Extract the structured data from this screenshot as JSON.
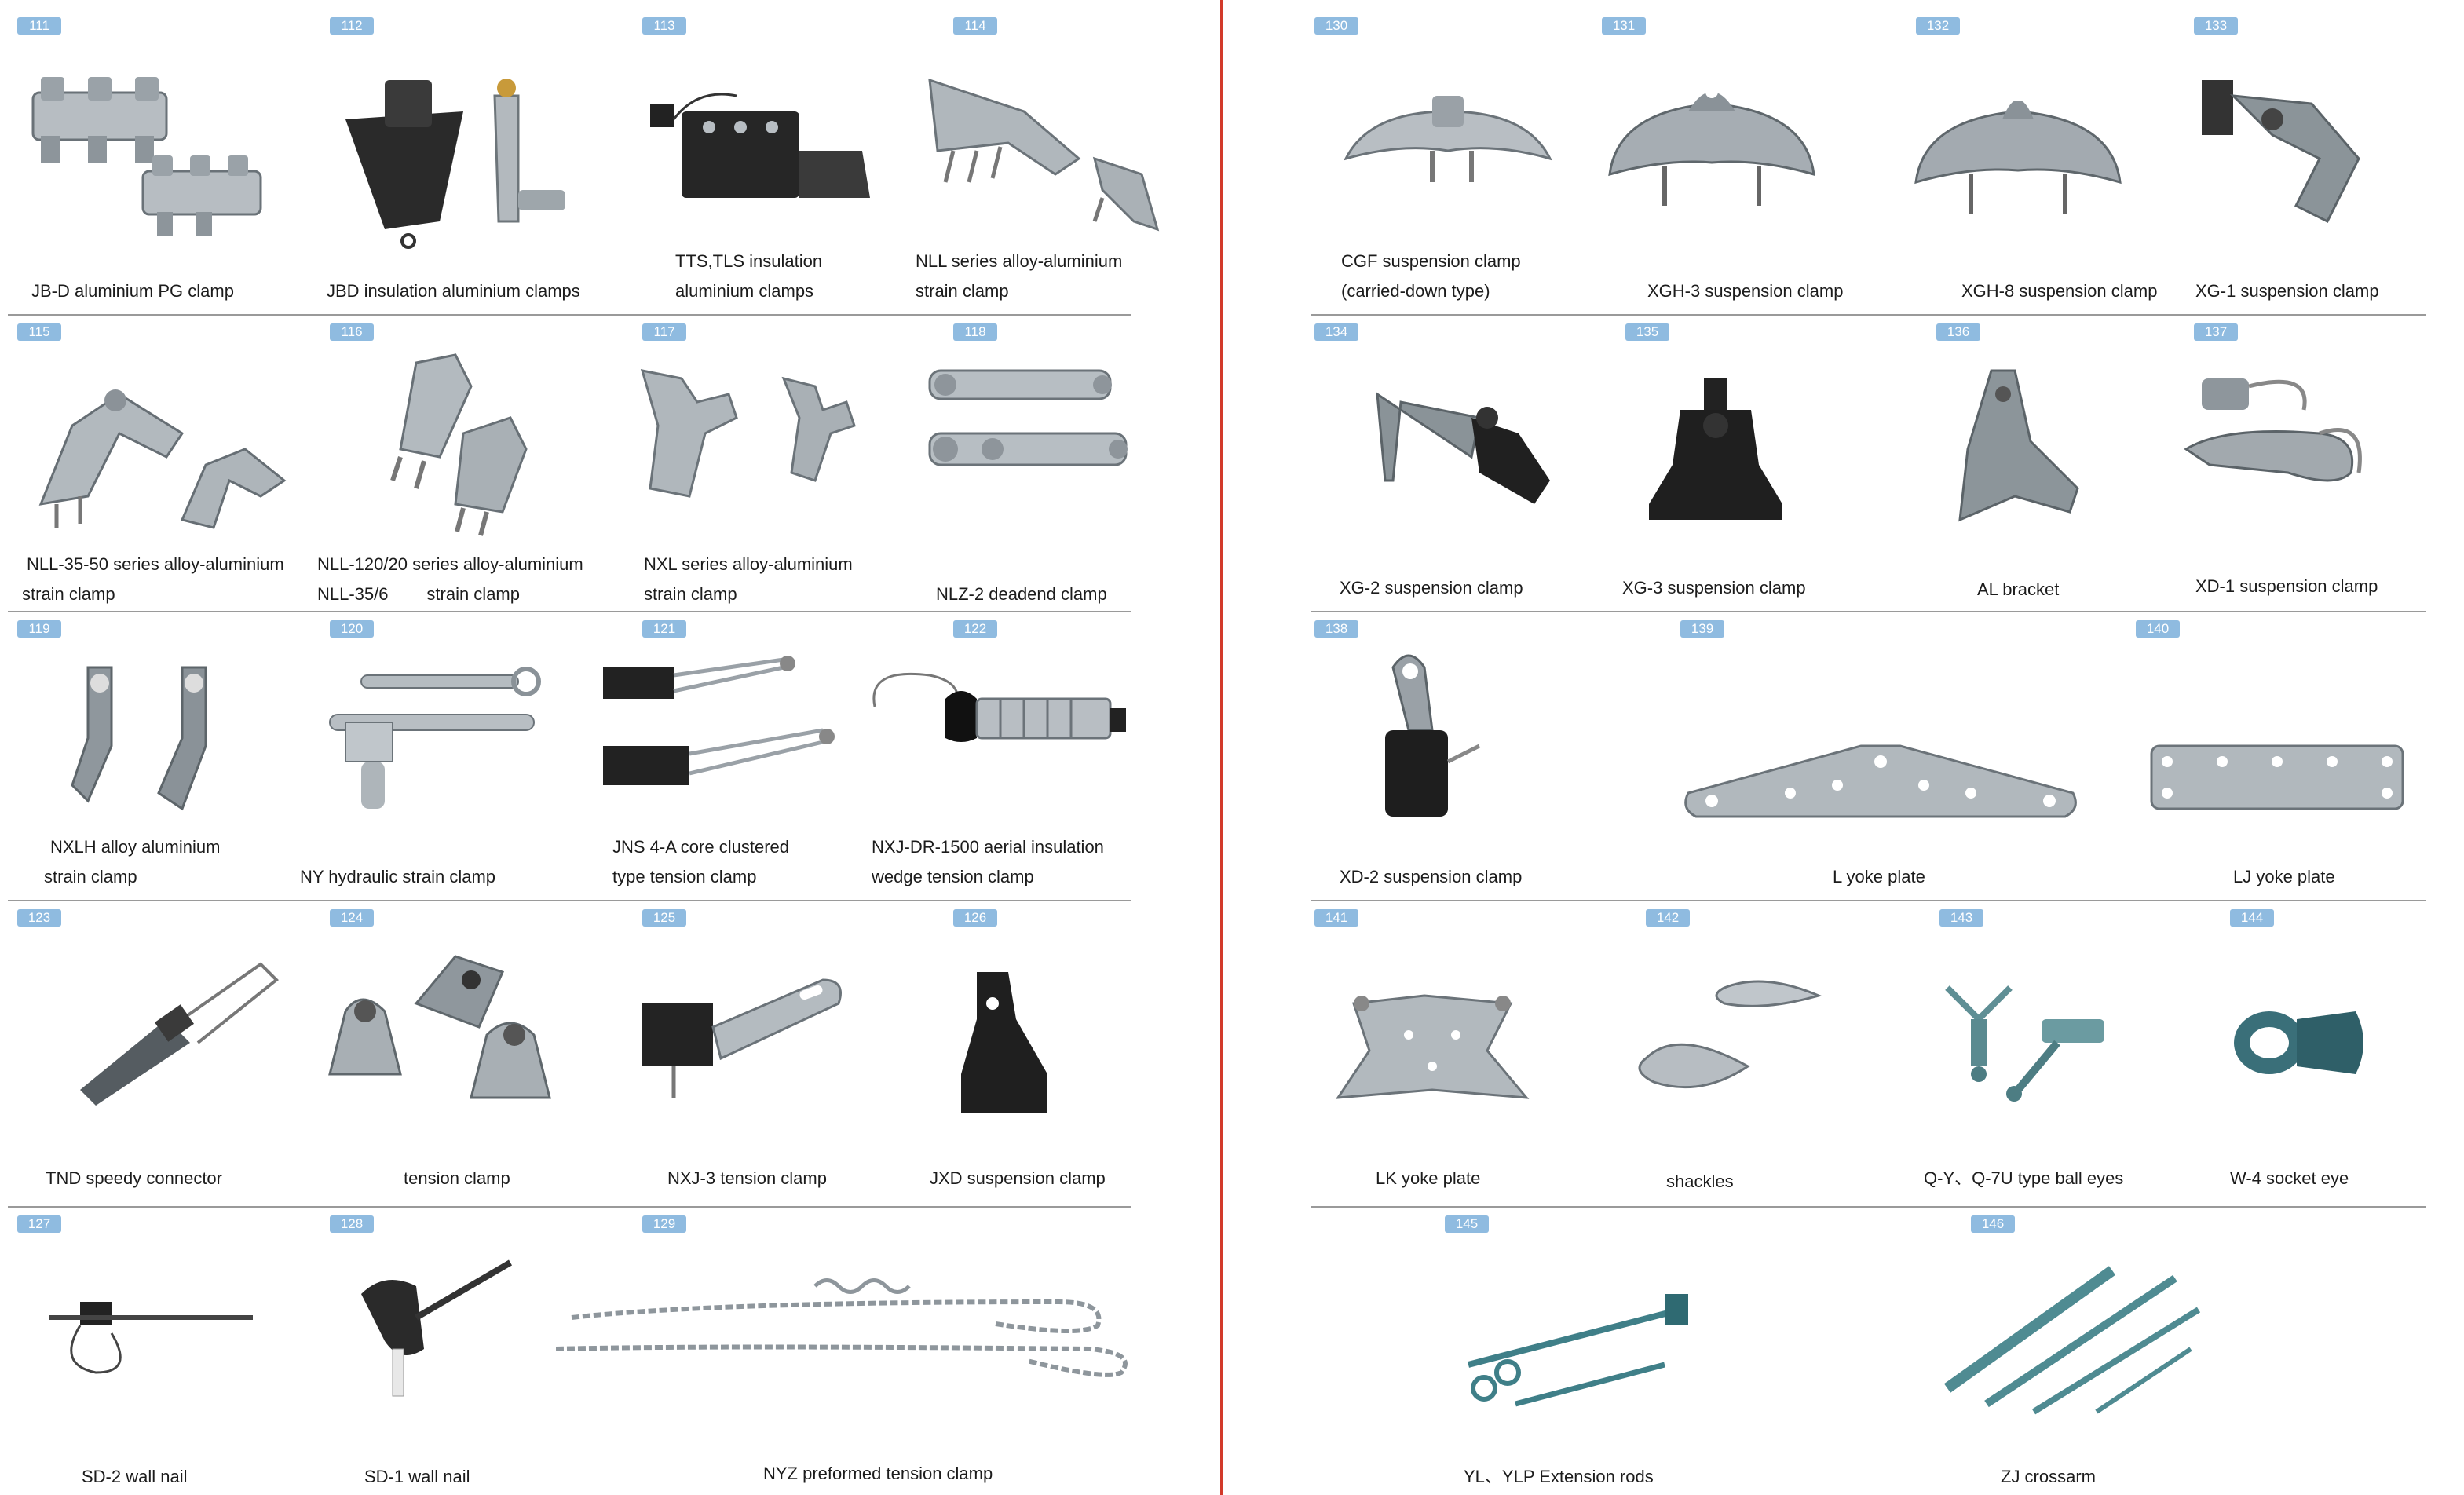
{
  "left_page": {
    "items": [
      {
        "number": "111",
        "caption": [
          "JB-D aluminium PG clamp"
        ]
      },
      {
        "number": "112",
        "caption": [
          "JBD insulation aluminium clamps"
        ]
      },
      {
        "number": "113",
        "caption": [
          "TTS,TLS insulation",
          "aluminium clamps"
        ]
      },
      {
        "number": "114",
        "caption": [
          "NLL series alloy-aluminium",
          "strain clamp"
        ]
      },
      {
        "number": "115",
        "caption": [
          "NLL-35-50 series alloy-aluminium",
          "strain clamp"
        ]
      },
      {
        "number": "116",
        "caption": [
          "NLL-120/20 series alloy-aluminium",
          "NLL-35/6        strain clamp"
        ]
      },
      {
        "number": "117",
        "caption": [
          "NXL series alloy-aluminium",
          "strain clamp"
        ]
      },
      {
        "number": "118",
        "caption": [
          "NLZ-2 deadend clamp"
        ]
      },
      {
        "number": "119",
        "caption": [
          "NXLH alloy aluminium",
          "strain clamp"
        ]
      },
      {
        "number": "120",
        "caption": [
          "NY hydraulic strain clamp"
        ]
      },
      {
        "number": "121",
        "caption": [
          "JNS 4-A core clustered",
          "type tension clamp"
        ]
      },
      {
        "number": "122",
        "caption": [
          "NXJ-DR-1500 aerial insulation",
          "wedge tension clamp"
        ]
      },
      {
        "number": "123",
        "caption": [
          "TND speedy connector"
        ]
      },
      {
        "number": "124",
        "caption": [
          "tension clamp"
        ]
      },
      {
        "number": "125",
        "caption": [
          "NXJ-3 tension clamp"
        ]
      },
      {
        "number": "126",
        "caption": [
          "JXD suspension clamp"
        ]
      },
      {
        "number": "127",
        "caption": [
          "SD-2 wall nail"
        ]
      },
      {
        "number": "128",
        "caption": [
          "SD-1 wall nail"
        ]
      },
      {
        "number": "129",
        "caption": [
          "NYZ preformed tension clamp"
        ]
      }
    ]
  },
  "right_page": {
    "items": [
      {
        "number": "130",
        "caption": [
          "CGF suspension clamp",
          "(carried-down type)"
        ]
      },
      {
        "number": "131",
        "caption": [
          "XGH-3 suspension clamp"
        ]
      },
      {
        "number": "132",
        "caption": [
          "XGH-8 suspension clamp"
        ]
      },
      {
        "number": "133",
        "caption": [
          "XG-1 suspension clamp"
        ]
      },
      {
        "number": "134",
        "caption": [
          "XG-2 suspension clamp"
        ]
      },
      {
        "number": "135",
        "caption": [
          "XG-3 suspension clamp"
        ]
      },
      {
        "number": "136",
        "caption": [
          "AL bracket"
        ]
      },
      {
        "number": "137",
        "caption": [
          "XD-1 suspension clamp"
        ]
      },
      {
        "number": "138",
        "caption": [
          "XD-2 suspension clamp"
        ]
      },
      {
        "number": "139",
        "caption": [
          "L yoke plate"
        ]
      },
      {
        "number": "140",
        "caption": [
          "LJ yoke plate"
        ]
      },
      {
        "number": "141",
        "caption": [
          "LK yoke plate"
        ]
      },
      {
        "number": "142",
        "caption": [
          "shackles"
        ]
      },
      {
        "number": "143",
        "caption": [
          "Q-Y、Q-7U type ball eyes"
        ]
      },
      {
        "number": "144",
        "caption": [
          "W-4 socket eye"
        ]
      },
      {
        "number": "145",
        "caption": [
          "YL、YLP Extension rods"
        ]
      },
      {
        "number": "146",
        "caption": [
          "ZJ crossarm"
        ]
      }
    ]
  },
  "colors": {
    "badge": "#8fbbe0",
    "divider": "#d23a2a",
    "metal": "#a9b0b6",
    "metal_dark": "#5e666c",
    "rubber": "#222222",
    "teal": "#3f8a92"
  }
}
